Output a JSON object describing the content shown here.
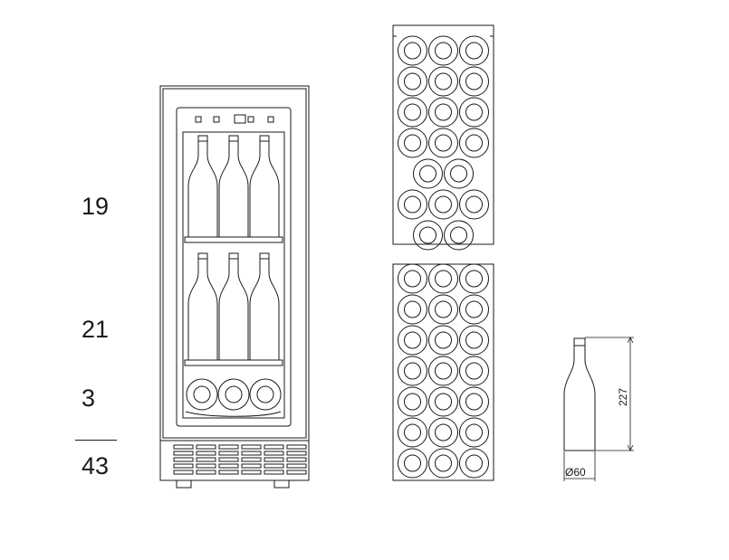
{
  "capacity": {
    "top_shelf": "19",
    "middle_shelf": "21",
    "bottom_shelf": "3",
    "total": "43"
  },
  "bottle": {
    "height_label": "227",
    "diameter_label": "Ø60"
  },
  "racks": {
    "top_rack_rows": [
      3,
      3,
      3,
      3,
      2,
      3,
      2
    ],
    "bottom_rack_rows": [
      3,
      3,
      3,
      3,
      3,
      3,
      3
    ]
  },
  "cabinet": {
    "bottom_shelf_bottles": 3,
    "standing_bottles_per_shelf": 3
  },
  "colors": {
    "line": "#1a1a1a",
    "background": "#ffffff"
  }
}
